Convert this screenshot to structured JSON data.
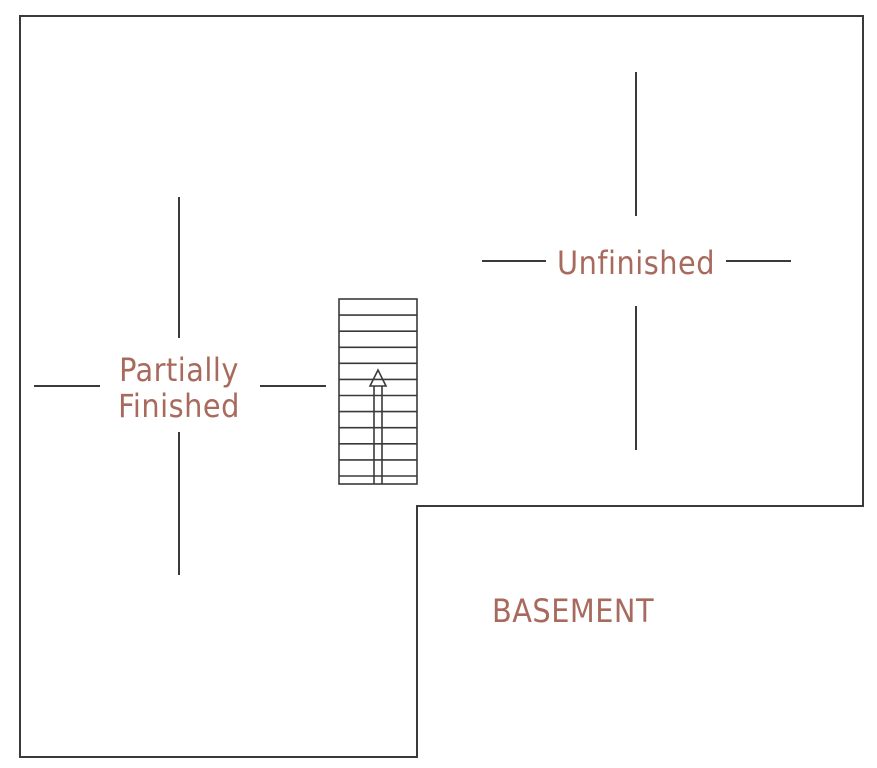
{
  "floor_plan": {
    "rooms": [
      {
        "id": "partially-finished",
        "label_lines": [
          "Partially",
          "Finished"
        ]
      },
      {
        "id": "unfinished",
        "label_lines": [
          "Unfinished"
        ]
      }
    ],
    "level_label": "BASEMENT",
    "stair_direction": "up",
    "stair_treads": 11
  },
  "colors": {
    "line": "#3a3a3a",
    "label": "#a86a5c",
    "background": "#ffffff"
  }
}
